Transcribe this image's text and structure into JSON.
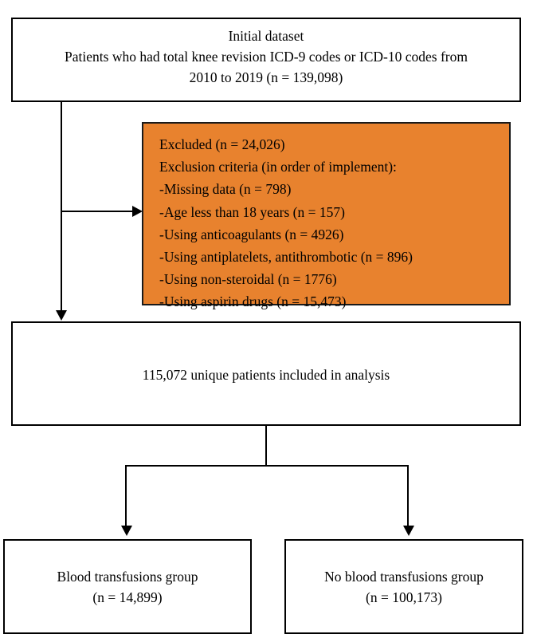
{
  "diagram": {
    "type": "flowchart",
    "title": "Patient selection flow diagram",
    "accent_color": "#E8822E",
    "line_color": "#000000",
    "background_color": "#FFFFFF"
  },
  "nodes": {
    "initial": {
      "label": "Initial dataset\nPatients who had total knee revision ICD-9 codes or ICD-10 codes from\n2010  to 2019 (n = 139,098)",
      "n": 139098
    },
    "excluded": {
      "header": "Excluded (n = 24,026)",
      "criteria_title": "Exclusion criteria (in order of implement):",
      "n": 24026,
      "criteria": [
        "-Missing data (n = 798)",
        "-Age less than 18 years (n = 157)",
        "-Using anticoagulants (n = 4926)",
        "-Using antiplatelets, antithrombotic (n = 896)",
        "-Using non-steroidal (n = 1776)",
        "-Using aspirin drugs (n = 15,473)"
      ]
    },
    "included": {
      "label": "115,072 unique patients included in analysis",
      "n": 115072
    },
    "transfusion": {
      "label": "Blood transfusions group\n(n = 14,899)",
      "n": 14899
    },
    "no_transfusion": {
      "label": "No blood transfusions group\n(n = 100,173)",
      "n": 100173
    }
  }
}
